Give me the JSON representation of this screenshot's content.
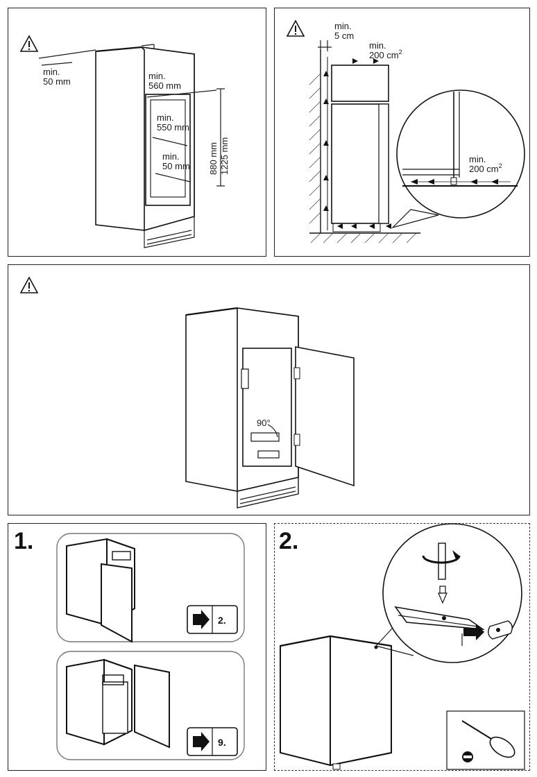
{
  "panel1": {
    "warning": "warning-icon",
    "gap_top": "min.\n50 mm",
    "width_outer": "min.\n560 mm",
    "width_inner": "min.\n550 mm",
    "gap_bottom": "min.\n50 mm",
    "height_a": "880 mm",
    "height_b": "1225 mm"
  },
  "panel2": {
    "warning": "warning-icon",
    "gap": "min.\n5 cm",
    "vent_top": "min.\n200 cm",
    "vent_top_sup": "2",
    "vent_detail": "min.\n200 cm",
    "vent_detail_sup": "2"
  },
  "panel3": {
    "warning": "warning-icon",
    "angle": "90°"
  },
  "step1": {
    "number": "1.",
    "ref_a": "2.",
    "ref_b": "9."
  },
  "step2": {
    "number": "2."
  }
}
